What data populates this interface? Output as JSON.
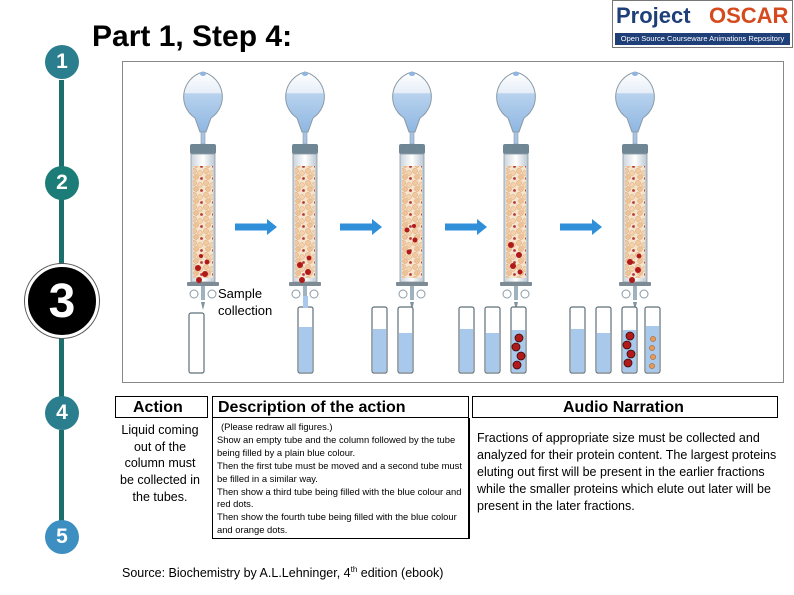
{
  "title": "Part 1, Step 4:",
  "logo": {
    "word1": "Project",
    "word2": "OSCAR",
    "subtitle": "Open Source Courseware Animations Repository"
  },
  "steps": [
    "1",
    "2",
    "3",
    "4",
    "5"
  ],
  "active_step": "3",
  "sample_label": "Sample collection",
  "table": {
    "headers": {
      "action": "Action",
      "description": "Description of the action",
      "audio": "Audio Narration"
    },
    "action_text": "Liquid coming out of the column must be collected in the tubes.",
    "description_lines": [
      "(Please redraw all figures.)",
      "Show an empty tube and the column followed by the tube being filled by a plain blue colour.",
      "Then the first tube must be moved and a second tube must be filled in a similar way.",
      "Then show a third tube being filled with the blue colour and red dots.",
      "Then show the fourth tube being filled with the blue colour and orange dots."
    ],
    "audio_text": "Fractions of appropriate size must be collected and analyzed for their protein content. The largest proteins eluting out first will be present in the earlier fractions while the smaller proteins which elute out later will be present in the later fractions."
  },
  "source": {
    "prefix": "Source: Biochemistry by A.L.Lehninger, 4",
    "sup": "th",
    "suffix": " edition (ebook)"
  },
  "colors": {
    "accent_teal": "#1d6f6d",
    "liquid_blue": "#a9c9ec",
    "arrow_blue": "#2f8fd8",
    "protein_red": "#b01a1a",
    "protein_orange": "#e39a5b"
  }
}
